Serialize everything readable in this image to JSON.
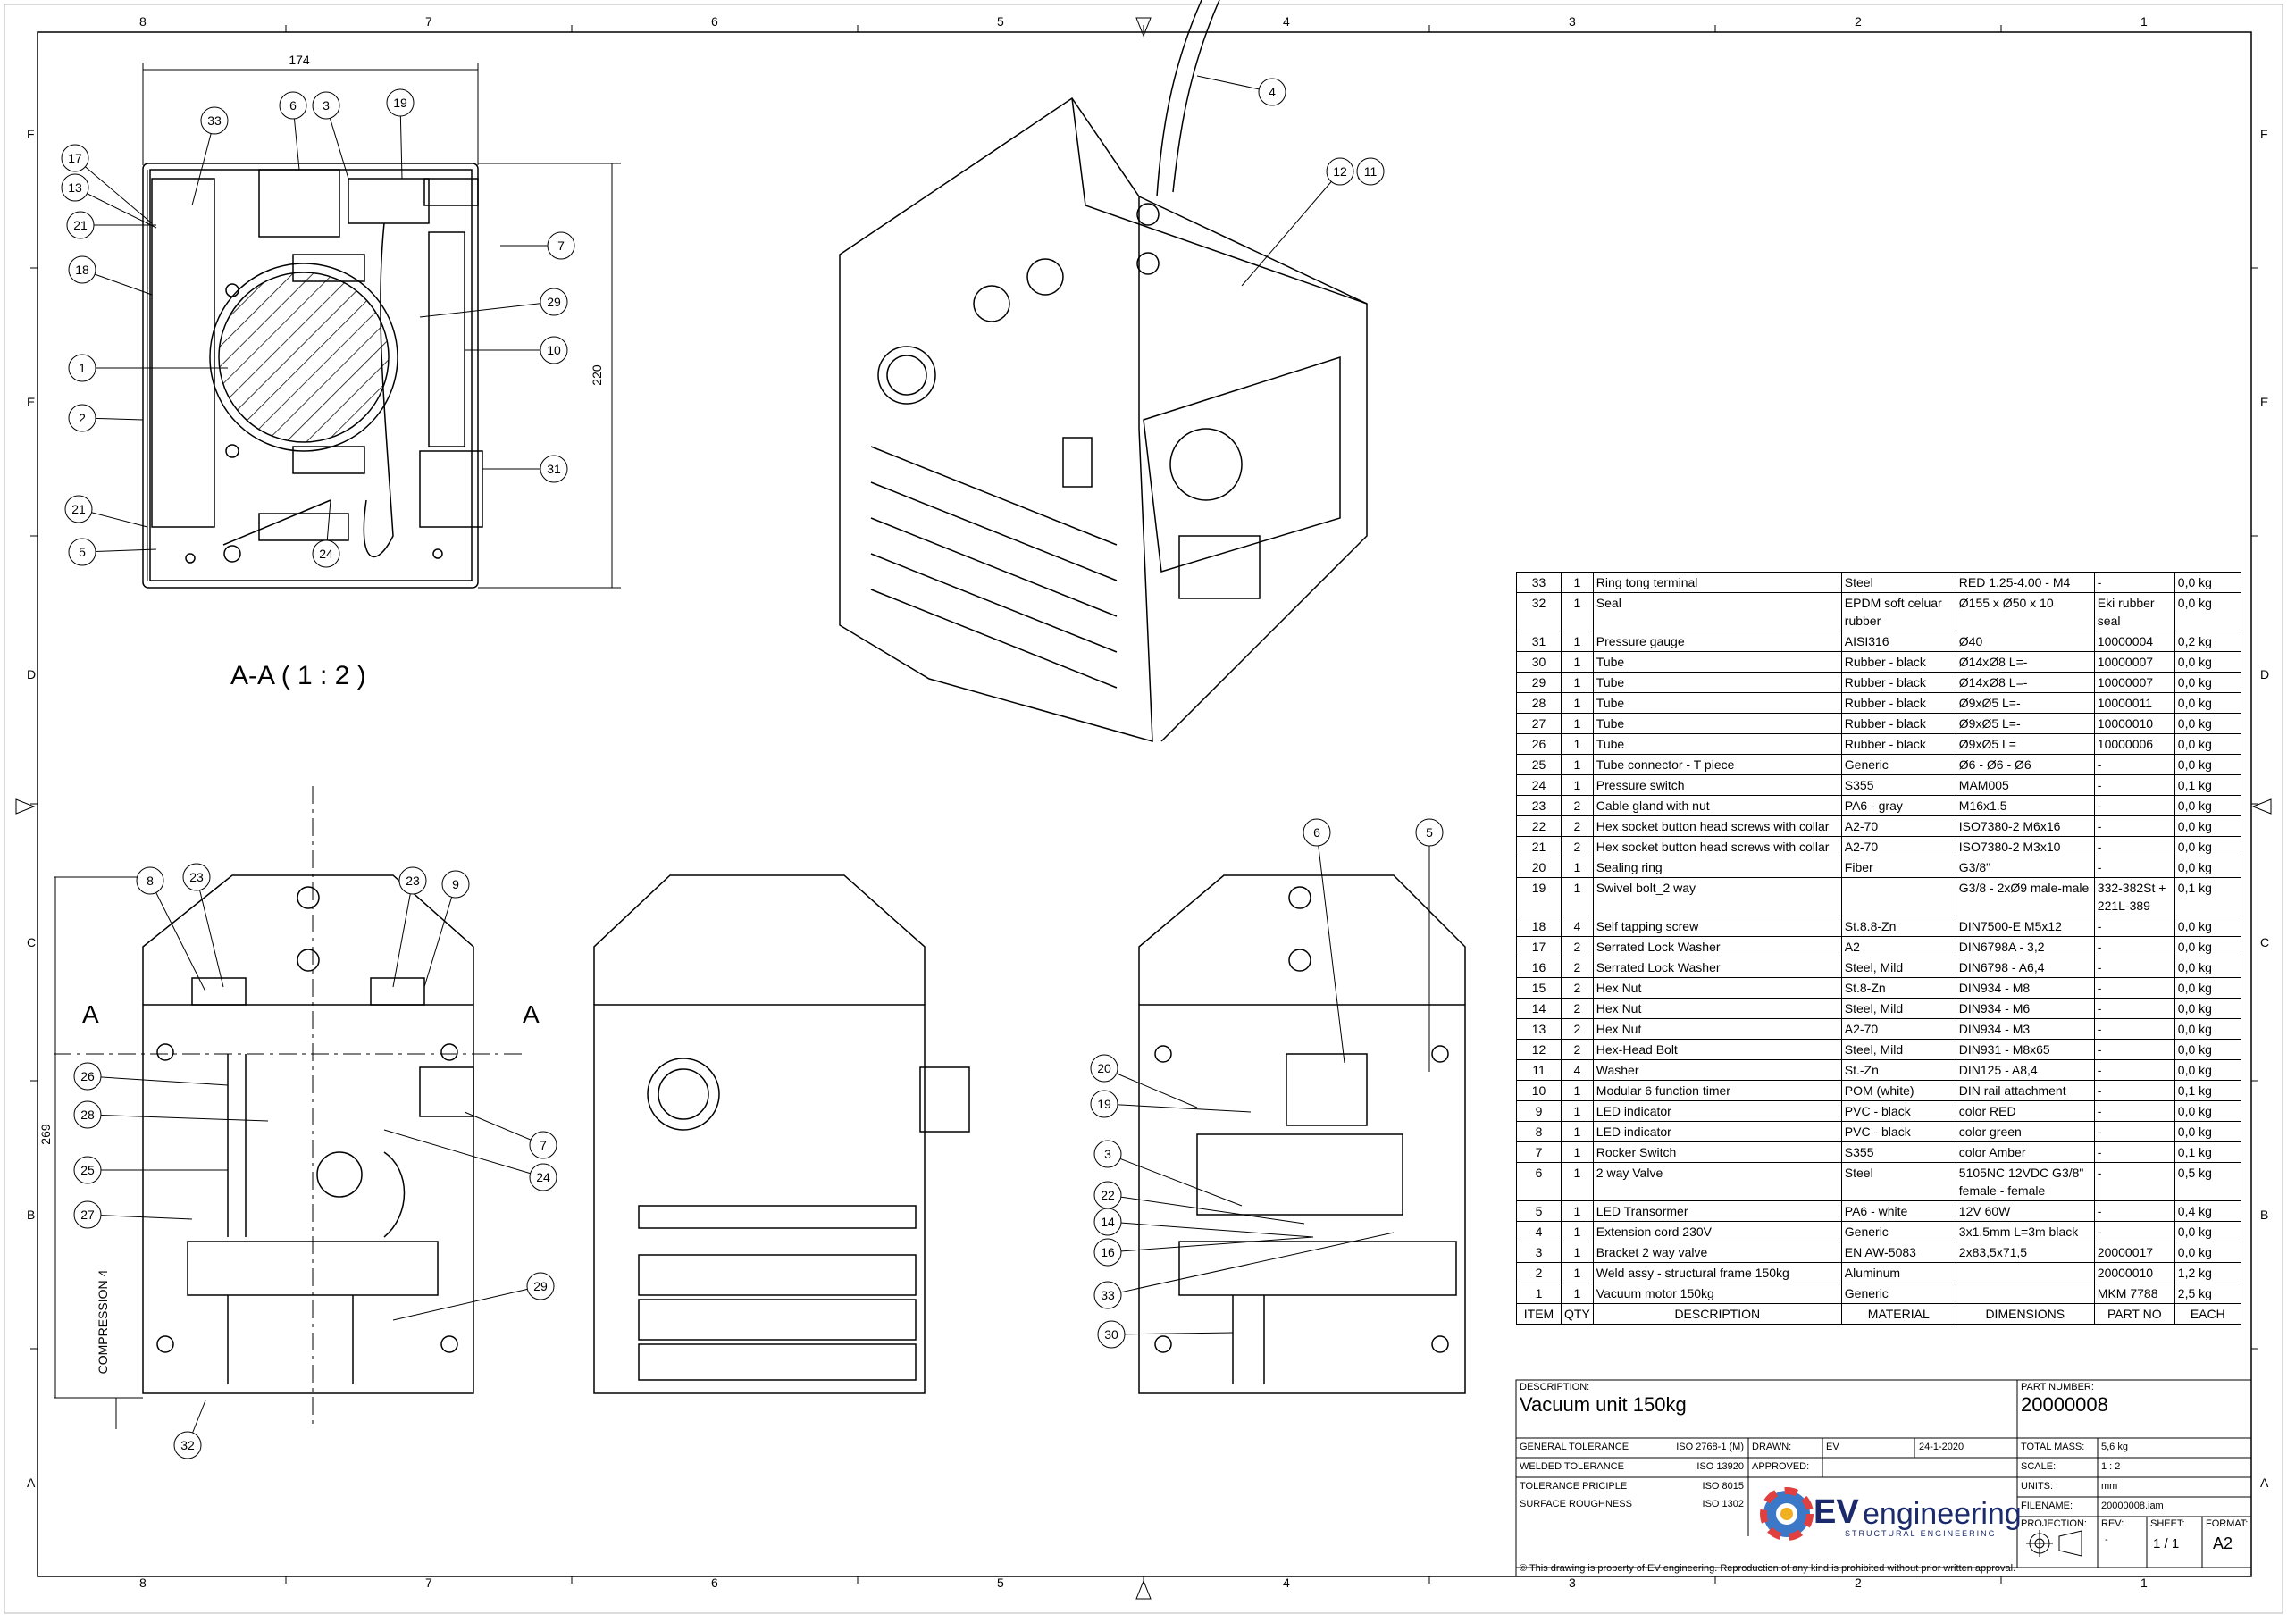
{
  "zones": {
    "columns": [
      "8",
      "7",
      "6",
      "5",
      "4",
      "3",
      "2",
      "1"
    ],
    "rows": [
      "F",
      "E",
      "D",
      "C",
      "B",
      "A"
    ]
  },
  "section_label": "A-A ( 1 : 2 )",
  "section_marks": [
    "A",
    "A"
  ],
  "dimensions": {
    "width_top": "174",
    "height_right": "220",
    "height_left": "269",
    "compression": "COMPRESSION 4"
  },
  "balloons": {
    "top": [
      "33",
      "6",
      "3",
      "19",
      "17",
      "13",
      "21",
      "18",
      "1",
      "2",
      "21",
      "5",
      "24",
      "29",
      "10",
      "31",
      "7"
    ],
    "iso": [
      "4",
      "12",
      "11"
    ],
    "front": [
      "8",
      "23",
      "23",
      "9",
      "26",
      "28",
      "25",
      "27",
      "7",
      "24",
      "29",
      "32"
    ],
    "side": [
      "6",
      "5",
      "20",
      "19",
      "3",
      "22",
      "14",
      "16",
      "33",
      "30"
    ]
  },
  "bom": {
    "rows": [
      [
        "33",
        "1",
        "Ring tong terminal",
        "Steel",
        "RED 1.25-4.00 - M4",
        "-",
        "0,0 kg"
      ],
      [
        "32",
        "1",
        "Seal",
        "EPDM soft celuar rubber",
        "Ø155 x Ø50 x 10",
        "Eki rubber seal",
        "0,0 kg"
      ],
      [
        "31",
        "1",
        "Pressure gauge",
        "AISI316",
        "Ø40",
        "10000004",
        "0,2 kg"
      ],
      [
        "30",
        "1",
        "Tube",
        "Rubber - black",
        "Ø14xØ8  L=-",
        "10000007",
        "0,0 kg"
      ],
      [
        "29",
        "1",
        "Tube",
        "Rubber - black",
        "Ø14xØ8  L=-",
        "10000007",
        "0,0 kg"
      ],
      [
        "28",
        "1",
        "Tube",
        "Rubber - black",
        "Ø9xØ5  L=-",
        "10000011",
        "0,0 kg"
      ],
      [
        "27",
        "1",
        "Tube",
        "Rubber - black",
        "Ø9xØ5  L=-",
        "10000010",
        "0,0 kg"
      ],
      [
        "26",
        "1",
        "Tube",
        "Rubber - black",
        "Ø9xØ5  L=",
        "10000006",
        "0,0 kg"
      ],
      [
        "25",
        "1",
        "Tube connector - T piece",
        "Generic",
        "Ø6 - Ø6 - Ø6",
        "-",
        "0,0 kg"
      ],
      [
        "24",
        "1",
        "Pressure switch",
        "S355",
        "MAM005",
        "-",
        "0,1 kg"
      ],
      [
        "23",
        "2",
        "Cable gland with nut",
        "PA6 - gray",
        "M16x1.5",
        "-",
        "0,0 kg"
      ],
      [
        "22",
        "2",
        "Hex socket button head screws with collar",
        "A2-70",
        "ISO7380-2  M6x16",
        "-",
        "0,0 kg"
      ],
      [
        "21",
        "2",
        "Hex socket button head screws with collar",
        "A2-70",
        "ISO7380-2  M3x10",
        "-",
        "0,0 kg"
      ],
      [
        "20",
        "1",
        "Sealing ring",
        "Fiber",
        "G3/8\"",
        "-",
        "0,0 kg"
      ],
      [
        "19",
        "1",
        "Swivel bolt_2 way",
        "",
        "G3/8 - 2xØ9 male-male",
        "332-382St + 221L-389",
        "0,1 kg"
      ],
      [
        "18",
        "4",
        "Self tapping screw",
        "St.8.8-Zn",
        "DIN7500-E  M5x12",
        "-",
        "0,0 kg"
      ],
      [
        "17",
        "2",
        "Serrated Lock Washer",
        "A2",
        "DIN6798A - 3,2",
        "-",
        "0,0 kg"
      ],
      [
        "16",
        "2",
        "Serrated Lock Washer",
        "Steel, Mild",
        "DIN6798 - A6,4",
        "-",
        "0,0 kg"
      ],
      [
        "15",
        "2",
        "Hex Nut",
        "St.8-Zn",
        "DIN934 - M8",
        "-",
        "0,0 kg"
      ],
      [
        "14",
        "2",
        "Hex Nut",
        "Steel, Mild",
        "DIN934 - M6",
        "-",
        "0,0 kg"
      ],
      [
        "13",
        "2",
        "Hex Nut",
        "A2-70",
        "DIN934 - M3",
        "-",
        "0,0 kg"
      ],
      [
        "12",
        "2",
        "Hex-Head Bolt",
        "Steel, Mild",
        "DIN931 - M8x65",
        "-",
        "0,0 kg"
      ],
      [
        "11",
        "4",
        "Washer",
        "St.-Zn",
        "DIN125 - A8,4",
        "-",
        "0,0 kg"
      ],
      [
        "10",
        "1",
        "Modular 6 function timer",
        "POM (white)",
        "DIN rail attachment",
        "-",
        "0,1 kg"
      ],
      [
        "9",
        "1",
        "LED indicator",
        "PVC - black",
        "color RED",
        "-",
        "0,0 kg"
      ],
      [
        "8",
        "1",
        "LED indicator",
        "PVC - black",
        "color green",
        "-",
        "0,0 kg"
      ],
      [
        "7",
        "1",
        "Rocker Switch",
        "S355",
        "color Amber",
        "-",
        "0,1 kg"
      ],
      [
        "6",
        "1",
        "2 way Valve",
        "Steel",
        "5105NC 12VDC G3/8\"  female - female",
        "-",
        "0,5 kg"
      ],
      [
        "5",
        "1",
        "LED Transormer",
        "PA6 - white",
        "12V 60W",
        "-",
        "0,4 kg"
      ],
      [
        "4",
        "1",
        "Extension cord 230V",
        "Generic",
        "3x1.5mm  L=3m black",
        "-",
        "0,0 kg"
      ],
      [
        "3",
        "1",
        "Bracket 2 way valve",
        "EN AW-5083",
        "2x83,5x71,5",
        "20000017",
        "0,0 kg"
      ],
      [
        "2",
        "1",
        "Weld assy - structural frame 150kg",
        "Aluminum",
        "",
        "20000010",
        "1,2 kg"
      ],
      [
        "1",
        "1",
        "Vacuum motor 150kg",
        "Generic",
        "",
        "MKM 7788",
        "2,5 kg"
      ]
    ],
    "headers": [
      "ITEM",
      "QTY",
      "DESCRIPTION",
      "MATERIAL",
      "DIMENSIONS",
      "PART NO",
      "EACH"
    ]
  },
  "title_block": {
    "description_label": "DESCRIPTION:",
    "description": "Vacuum unit 150kg",
    "part_number_label": "PART NUMBER:",
    "part_number": "20000008",
    "general_tolerance_label": "GENERAL TOLERANCE",
    "general_tolerance": "ISO 2768-1 (M)",
    "welded_tolerance_label": "WELDED TOLERANCE",
    "welded_tolerance": "ISO 13920",
    "tolerance_principle_label": "TOLERANCE PRICIPLE",
    "tolerance_principle": "ISO 8015",
    "surface_roughness_label": "SURFACE ROUGHNESS",
    "surface_roughness": "ISO 1302",
    "drawn_label": "DRAWN:",
    "drawn": "EV",
    "drawn_date": "24-1-2020",
    "approved_label": "APPROVED:",
    "total_mass_label": "TOTAL MASS:",
    "total_mass": "5,6 kg",
    "scale_label": "SCALE:",
    "scale": "1 : 2",
    "units_label": "UNITS:",
    "units": "mm",
    "filename_label": "FILENAME:",
    "filename": "20000008.iam",
    "projection_label": "PROJECTION:",
    "rev_label": "REV:",
    "rev": "-",
    "sheet_label": "SHEET:",
    "sheet": "1 / 1",
    "format_label": "FORMAT:",
    "format": "A2",
    "logo_text_bold": "EV",
    "logo_text": "engineering",
    "logo_sub": "STRUCTURAL ENGINEERING",
    "copyright": "© This drawing is property of EV engineering. Reproduction of any kind is prohibited without prior written approval."
  }
}
